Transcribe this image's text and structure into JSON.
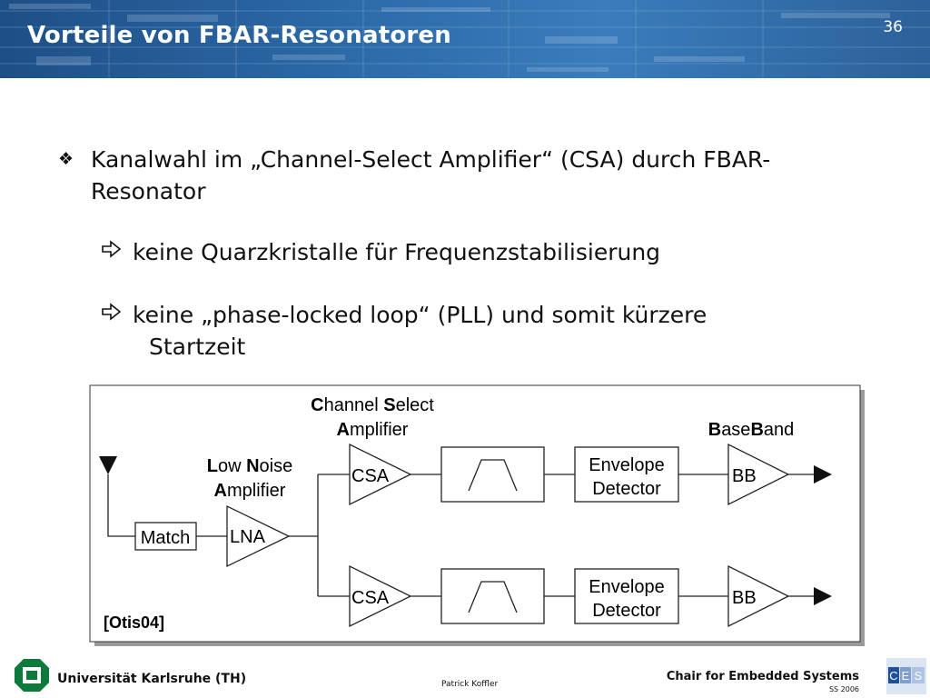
{
  "slide": {
    "title": "Vorteile von FBAR-Resonatoren",
    "page_number": "36"
  },
  "bullets": {
    "main_line1": "Kanalwahl im „Channel-Select Amplifier“ (CSA) durch FBAR-",
    "main_line2": "Resonator",
    "sub1": "keine Quarzkristalle für Frequenzstabilisierung",
    "sub2_line1": "keine „phase-locked loop“ (PLL) und somit kürzere",
    "sub2_line2": "Startzeit"
  },
  "diagram": {
    "csa_title_line1_a": "C",
    "csa_title_line1_b": "hannel ",
    "csa_title_line1_c": "S",
    "csa_title_line1_d": "elect",
    "csa_title_line2_a": "A",
    "csa_title_line2_b": "mplifier",
    "lna_title_line1_a": "L",
    "lna_title_line1_b": "ow ",
    "lna_title_line1_c": "N",
    "lna_title_line1_d": "oise",
    "lna_title_line2_a": "A",
    "lna_title_line2_b": "mplifier",
    "bb_title_a": "B",
    "bb_title_b": "ase",
    "bb_title_c": "B",
    "bb_title_d": "and",
    "match": "Match",
    "lna": "LNA",
    "csa_top": "CSA",
    "csa_bottom": "CSA",
    "env_top_line1": "Envelope",
    "env_top_line2": "Detector",
    "env_bottom_line1": "Envelope",
    "env_bottom_line2": "Detector",
    "bb_top": "BB",
    "bb_bottom": "BB",
    "citation": "[Otis04]"
  },
  "footer": {
    "university": "Universität Karlsruhe (TH)",
    "author": "Patrick Koffler",
    "chair": "Chair for Embedded Systems",
    "semester": "SS 2006",
    "ces_letters": [
      "C",
      "E",
      "S"
    ]
  },
  "icons": {
    "main_bullet": "diamond-bullet-icon",
    "sub_bullet": "arrow-right-icon"
  },
  "colors": {
    "header": "#2b68a6",
    "title_text": "#ffffff"
  }
}
